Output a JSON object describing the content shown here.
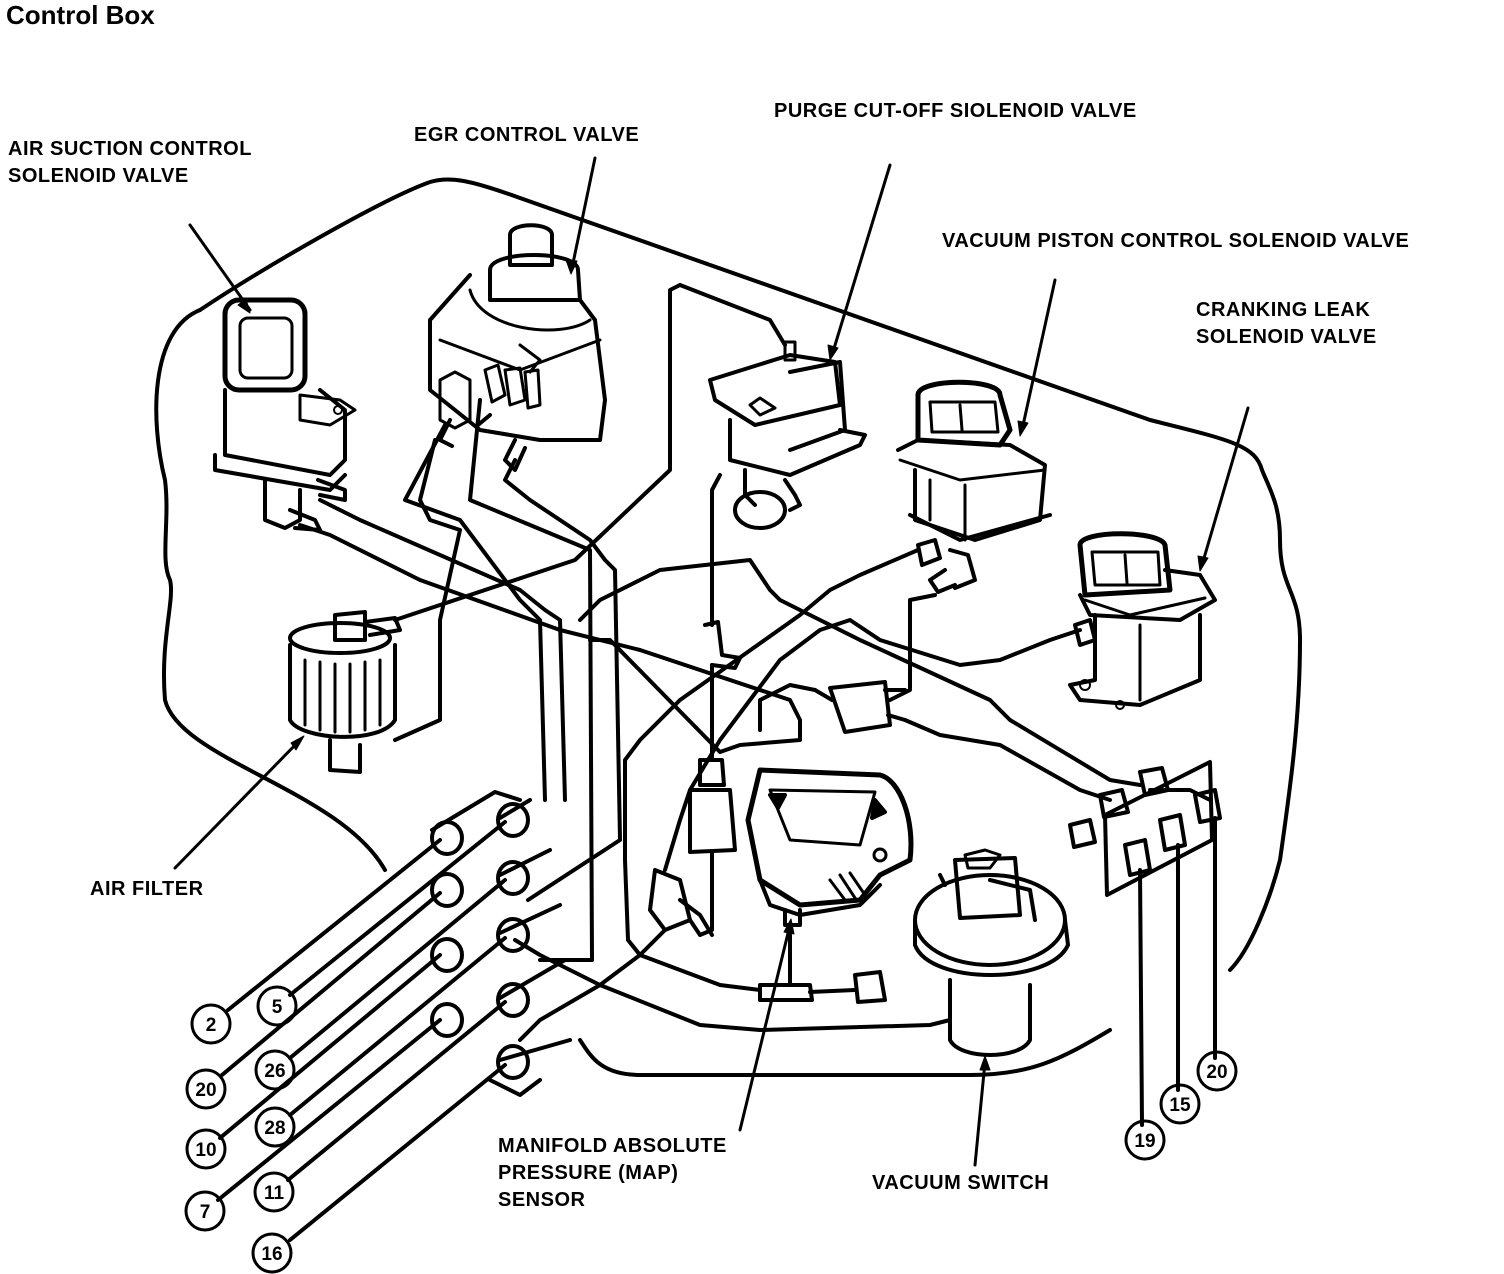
{
  "title": "Control Box",
  "labels": {
    "air_suction": "AIR SUCTION CONTROL\nSOLENOID VALVE",
    "egr_valve": "EGR CONTROL VALVE",
    "purge_cutoff": "PURGE CUT-OFF SIOLENOID VALVE",
    "vacuum_piston": "VACUUM PISTON CONTROL SOLENOID VALVE",
    "cranking_leak": "CRANKING LEAK\nSOLENOID VALVE",
    "air_filter": "AIR FILTER",
    "map_sensor": "MANIFOLD ABSOLUTE\nPRESSURE (MAP)\nSENSOR",
    "vacuum_switch": "VACUUM SWITCH"
  },
  "port_numbers": {
    "left_outer": [
      "2",
      "20",
      "10",
      "7"
    ],
    "left_inner": [
      "5",
      "26",
      "28",
      "11",
      "16"
    ],
    "right": [
      "19",
      "15",
      "20"
    ]
  }
}
